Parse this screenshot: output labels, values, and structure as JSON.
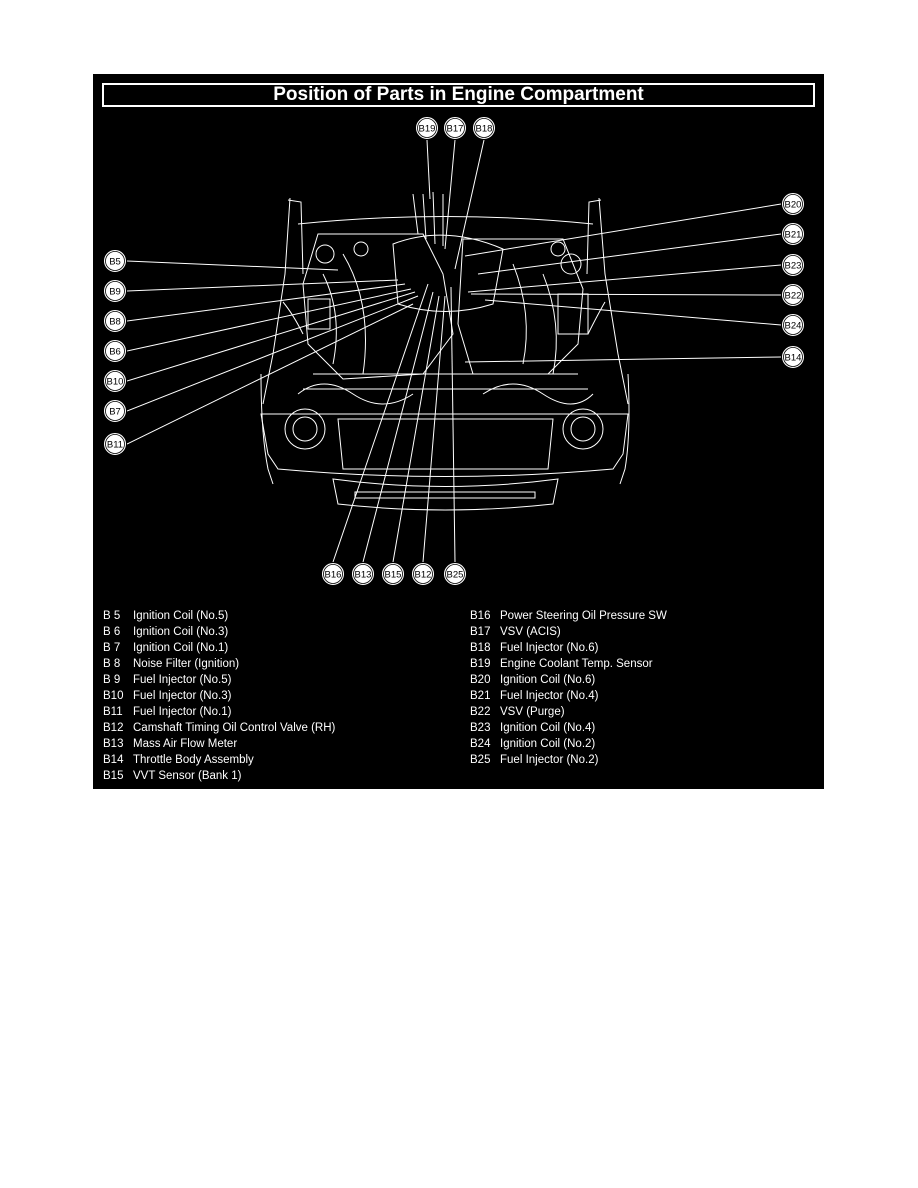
{
  "title": "Position of Parts in Engine Compartment",
  "callouts": {
    "top": [
      "B19",
      "B17",
      "B18"
    ],
    "left": [
      "B5",
      "B9",
      "B8",
      "B6",
      "B10",
      "B7",
      "B11"
    ],
    "right": [
      "B20",
      "B21",
      "B23",
      "B22",
      "B24",
      "B14"
    ],
    "bottom": [
      "B16",
      "B13",
      "B15",
      "B12",
      "B25"
    ]
  },
  "legend": {
    "left": [
      {
        "code": "B  5",
        "name": "Ignition Coil (No.5)"
      },
      {
        "code": "B  6",
        "name": "Ignition Coil (No.3)"
      },
      {
        "code": "B  7",
        "name": "Ignition Coil (No.1)"
      },
      {
        "code": "B  8",
        "name": "Noise Filter (Ignition)"
      },
      {
        "code": "B  9",
        "name": "Fuel Injector (No.5)"
      },
      {
        "code": "B10",
        "name": "Fuel Injector (No.3)"
      },
      {
        "code": "B11",
        "name": "Fuel Injector (No.1)"
      },
      {
        "code": "B12",
        "name": "Camshaft Timing Oil Control Valve (RH)"
      },
      {
        "code": "B13",
        "name": "Mass Air Flow Meter"
      },
      {
        "code": "B14",
        "name": "Throttle Body Assembly"
      },
      {
        "code": "B15",
        "name": "VVT Sensor (Bank 1)"
      }
    ],
    "right": [
      {
        "code": "B16",
        "name": "Power Steering Oil Pressure SW"
      },
      {
        "code": "B17",
        "name": "VSV (ACIS)"
      },
      {
        "code": "B18",
        "name": "Fuel Injector (No.6)"
      },
      {
        "code": "B19",
        "name": "Engine Coolant Temp. Sensor"
      },
      {
        "code": "B20",
        "name": "Ignition Coil (No.6)"
      },
      {
        "code": "B21",
        "name": "Fuel Injector (No.4)"
      },
      {
        "code": "B22",
        "name": "VSV (Purge)"
      },
      {
        "code": "B23",
        "name": "Ignition Coil (No.4)"
      },
      {
        "code": "B24",
        "name": "Ignition Coil (No.2)"
      },
      {
        "code": "B25",
        "name": "Fuel Injector (No.2)"
      }
    ]
  },
  "colors": {
    "background": "#000000",
    "line": "#ffffff",
    "page": "#ffffff"
  }
}
